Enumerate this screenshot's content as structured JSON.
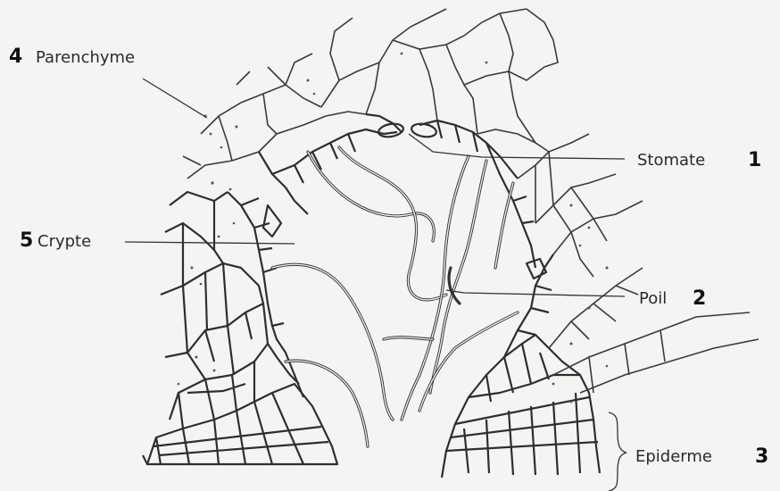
{
  "labels": {
    "parenchyme": {
      "number": "4",
      "text": "Parenchyme"
    },
    "stomate": {
      "number": "1",
      "text": "Stomate"
    },
    "crypte": {
      "number": "5",
      "text": "Crypte"
    },
    "poil": {
      "number": "2",
      "text": "Poil"
    },
    "epiderme": {
      "number": "3",
      "text": "Epiderme"
    }
  }
}
